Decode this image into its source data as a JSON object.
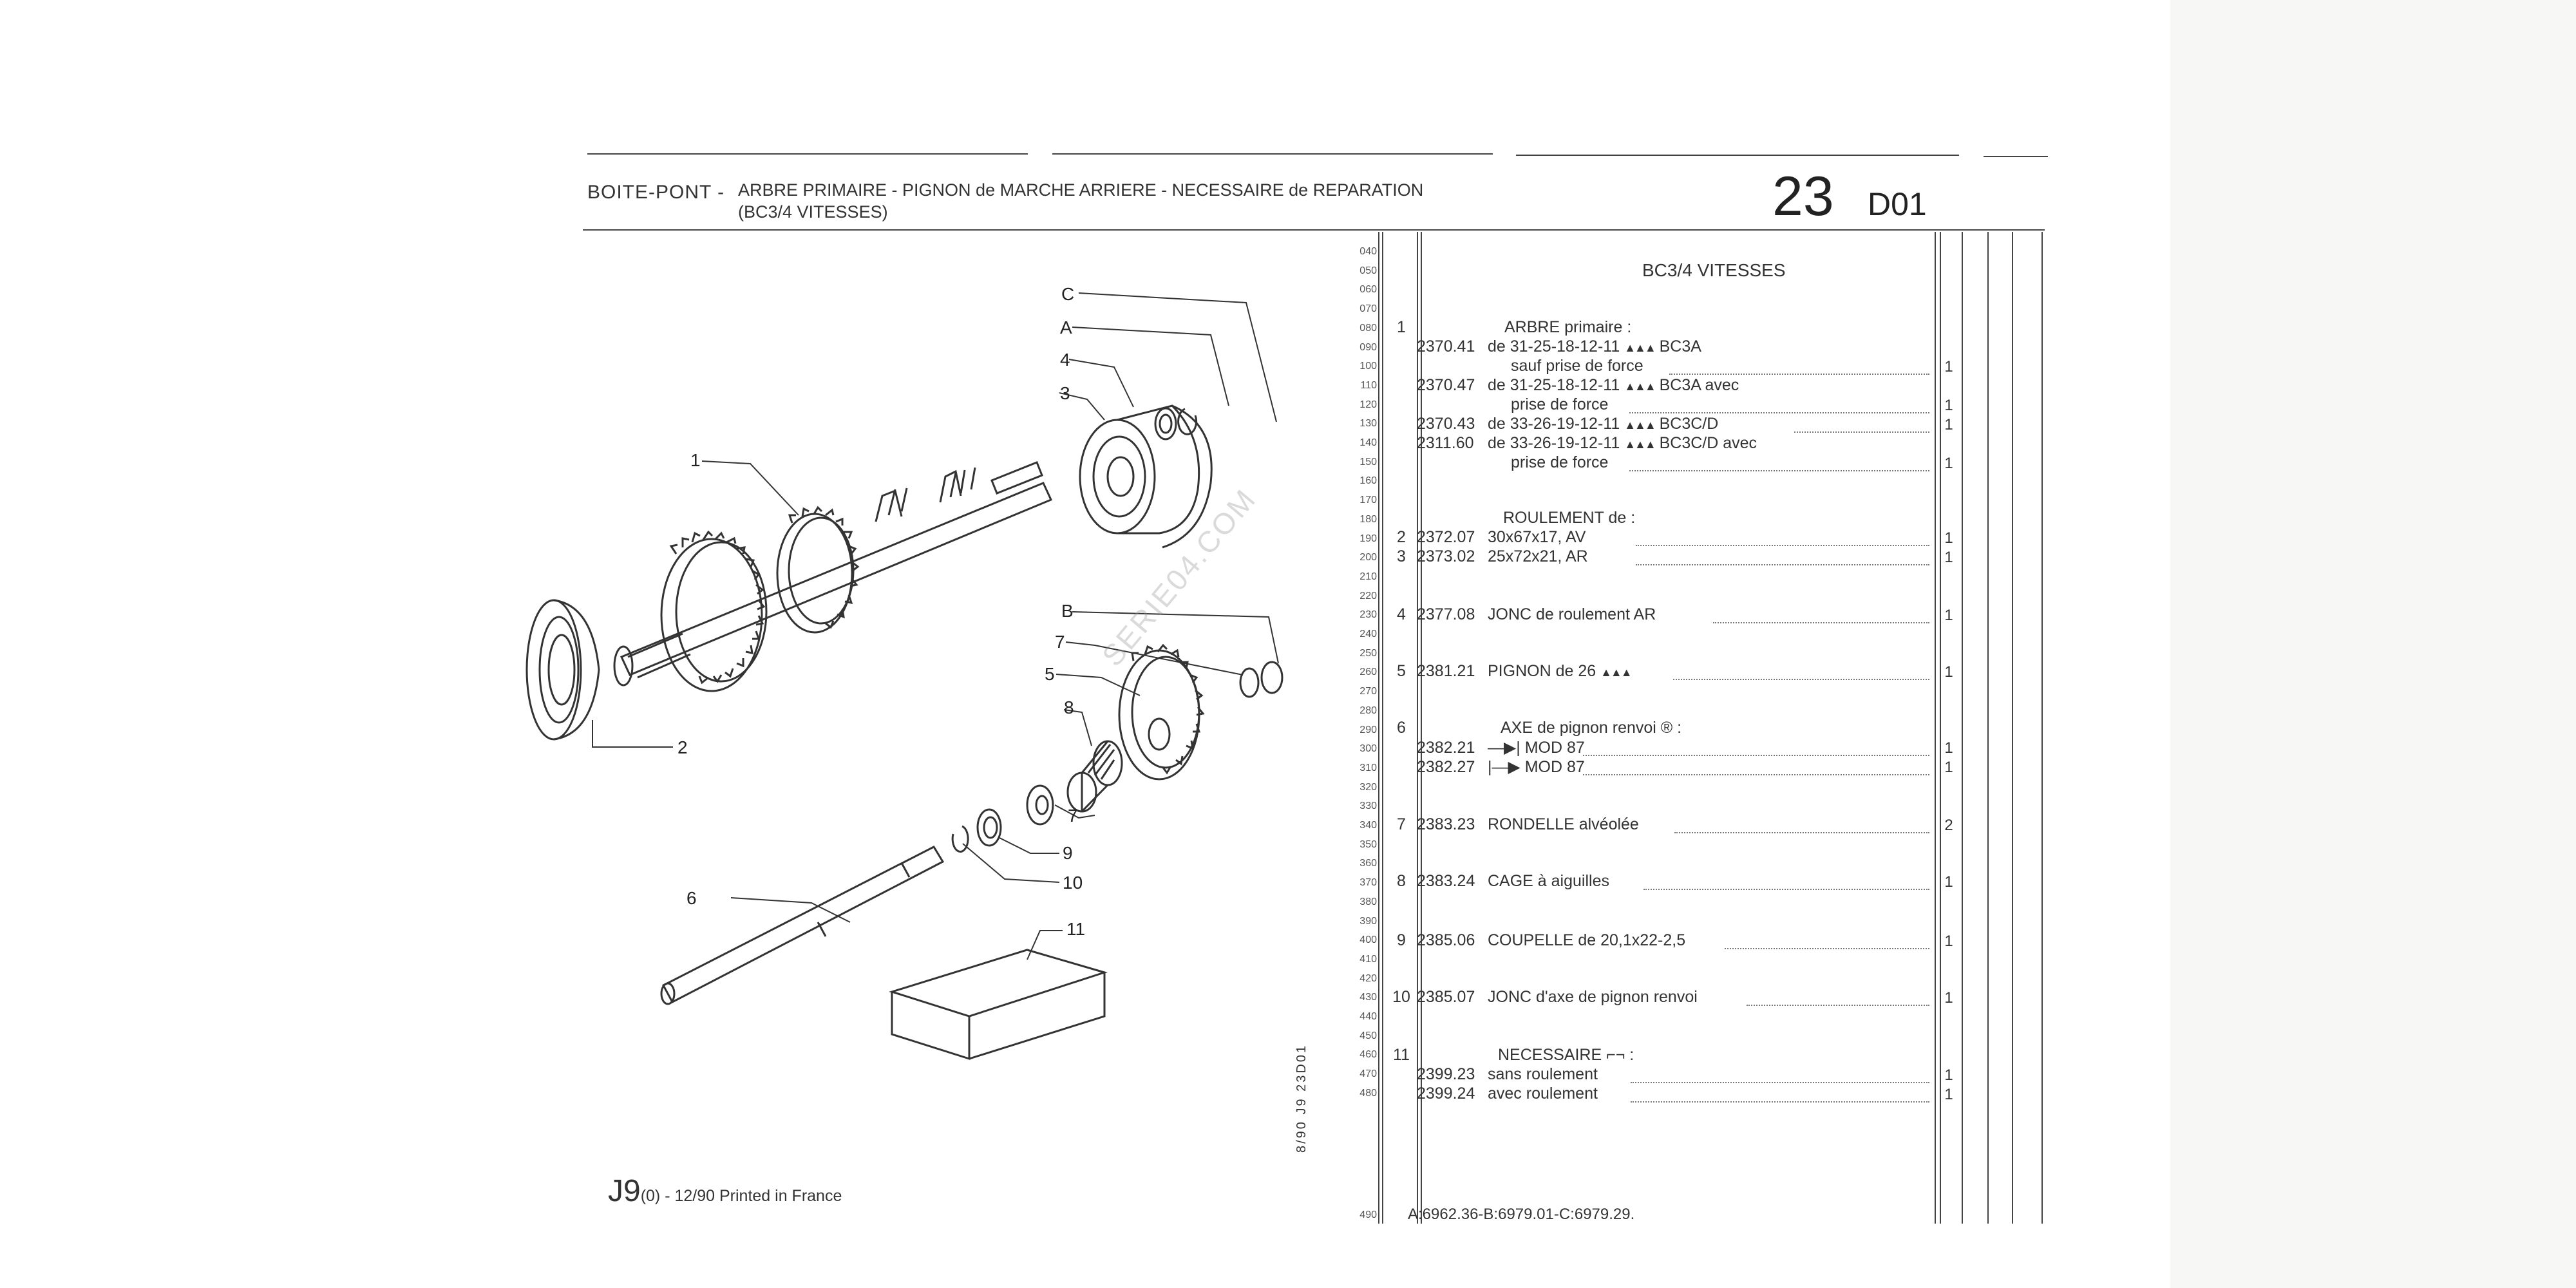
{
  "header": {
    "title": "BOITE-PONT -",
    "subtitle_line1": "ARBRE PRIMAIRE - PIGNON de MARCHE ARRIERE - NECESSAIRE de REPARATION",
    "subtitle_line2": "(BC3/4 VITESSES)",
    "section_number": "23",
    "section_code": "D01"
  },
  "table_title": "BC3/4 VITESSES",
  "line_numbers": [
    "040",
    "050",
    "060",
    "070",
    "080",
    "090",
    "100",
    "110",
    "120",
    "130",
    "140",
    "150",
    "160",
    "170",
    "180",
    "190",
    "200",
    "210",
    "220",
    "230",
    "240",
    "250",
    "260",
    "270",
    "280",
    "290",
    "300",
    "310",
    "320",
    "330",
    "340",
    "350",
    "360",
    "370",
    "380",
    "390",
    "400",
    "410",
    "420",
    "430",
    "440",
    "450",
    "460",
    "470",
    "480"
  ],
  "last_line_number": "490",
  "watermark": "SERIE04.COM",
  "diagram_labels": {
    "c": "C",
    "a": "A",
    "b": "B",
    "n1": "1",
    "n2": "2",
    "n3": "3",
    "n4": "4",
    "n5": "5",
    "n6": "6",
    "n7a": "7",
    "n7b": "7",
    "n8": "8",
    "n9": "9",
    "n10": "10",
    "n11": "11"
  },
  "parts": {
    "r1": {
      "ref": "1",
      "heading": "ARBRE primaire :"
    },
    "l090": {
      "code": "2370.41",
      "text": "de 31-25-18-12-11",
      "sym": "▲▲▲",
      "tail": "BC3A"
    },
    "l100": {
      "text": "sauf prise de force",
      "qty": "1"
    },
    "l110": {
      "code": "2370.47",
      "text": "de 31-25-18-12-11",
      "sym": "▲▲▲",
      "tail": "BC3A avec"
    },
    "l120": {
      "text": "prise de force",
      "qty": "1"
    },
    "l130": {
      "code": "2370.43",
      "text": "de 33-26-19-12-11",
      "sym": "▲▲▲",
      "tail": "BC3C/D",
      "qty": "1"
    },
    "l140": {
      "code": "2311.60",
      "text": "de 33-26-19-12-11",
      "sym": "▲▲▲",
      "tail": "BC3C/D avec"
    },
    "l150": {
      "text": "prise de force",
      "qty": "1"
    },
    "roulement": {
      "heading": "ROULEMENT de :"
    },
    "l190": {
      "ref": "2",
      "code": "2372.07",
      "text": "30x67x17,",
      "sym": "AV",
      "qty": "1"
    },
    "l200": {
      "ref": "3",
      "code": "2373.02",
      "text": "25x72x21,",
      "sym": "AR",
      "qty": "1"
    },
    "l230": {
      "ref": "4",
      "code": "2377.08",
      "text": "JONC de roulement",
      "sym": "AR",
      "qty": "1"
    },
    "l260": {
      "ref": "5",
      "code": "2381.21",
      "text": "PIGNON de 26",
      "sym": "▲▲▲",
      "qty": "1"
    },
    "l290": {
      "ref": "6",
      "heading": "AXE de pignon renvoi",
      "sym": "®",
      "tail": ":"
    },
    "l300": {
      "code": "2382.21",
      "sym": "—▶|",
      "text": "MOD 87",
      "qty": "1"
    },
    "l310": {
      "code": "2382.27",
      "sym": "|—▶",
      "text": "MOD 87",
      "qty": "1"
    },
    "l340": {
      "ref": "7",
      "code": "2383.23",
      "text": "RONDELLE alvéolée",
      "qty": "2"
    },
    "l370": {
      "ref": "8",
      "code": "2383.24",
      "text": "CAGE à aiguilles",
      "qty": "1"
    },
    "l400": {
      "ref": "9",
      "code": "2385.06",
      "text": "COUPELLE de 20,1x22-2,5",
      "qty": "1"
    },
    "l430": {
      "ref": "10",
      "code": "2385.07",
      "text": "JONC d'axe de pignon renvoi",
      "qty": "1"
    },
    "l460": {
      "ref": "11",
      "heading": "NECESSAIRE",
      "sym": "⌐¬",
      "tail": ":"
    },
    "l470": {
      "code": "2399.23",
      "text": "sans roulement",
      "qty": "1"
    },
    "l480": {
      "code": "2399.24",
      "text": "avec roulement",
      "qty": "1"
    }
  },
  "footer": {
    "edition_big": "J9",
    "edition_small": "(0) - 12/90 Printed in France",
    "refs": "A:6962.36-B:6979.01-C:6979.29.",
    "side_code": "8/90 J9 23D01"
  }
}
